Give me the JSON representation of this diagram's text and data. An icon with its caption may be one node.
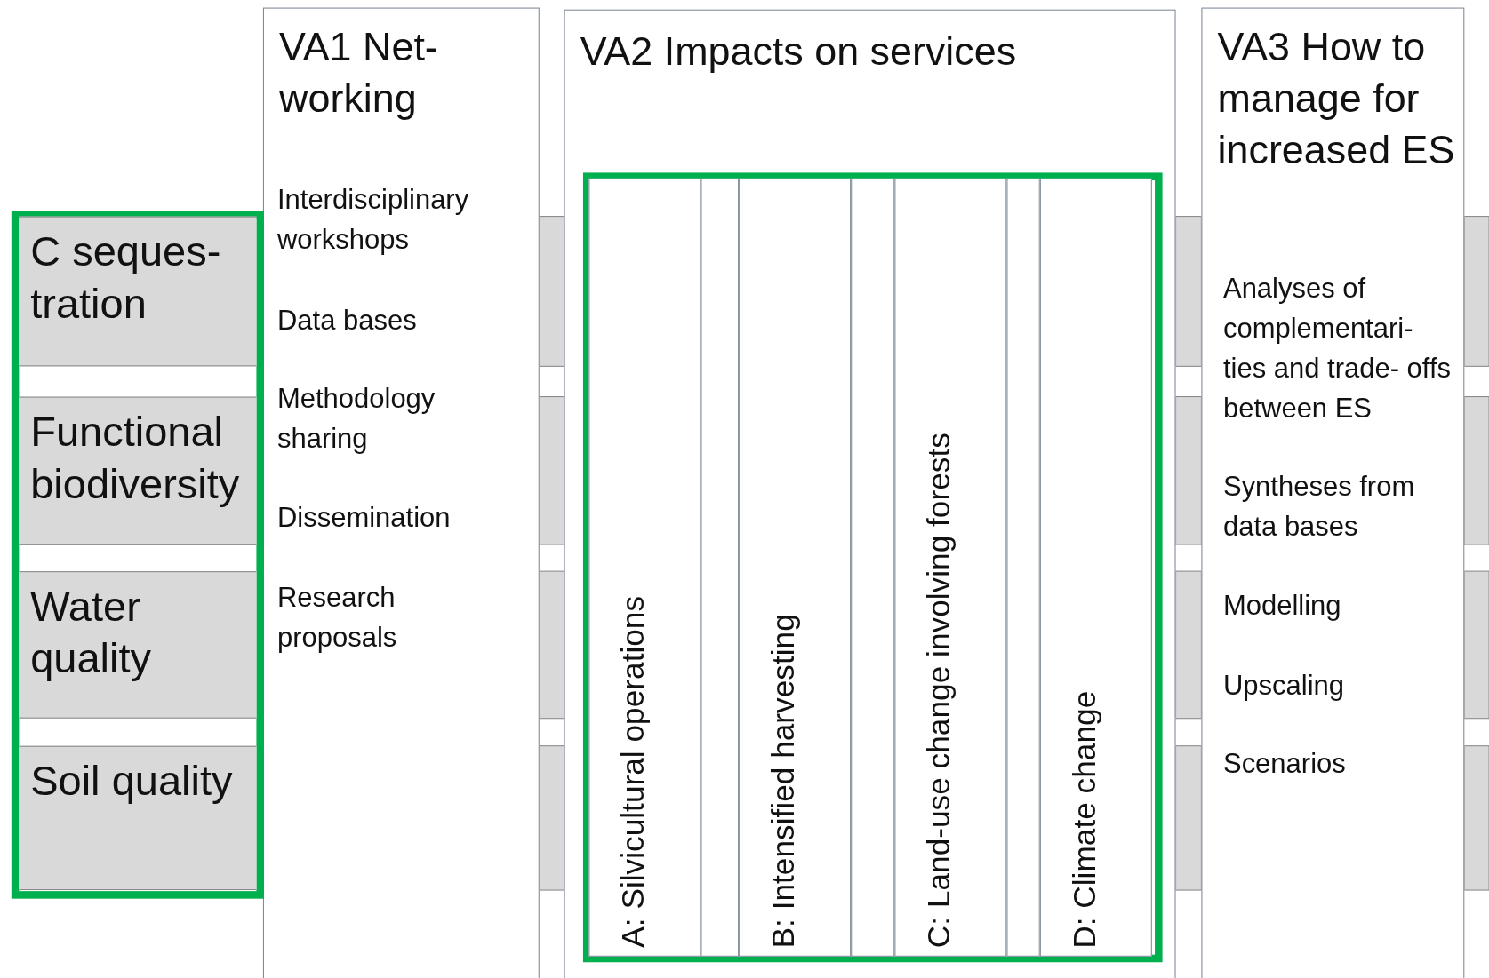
{
  "diagram": {
    "nodes": [
      {
        "text": [],
        "shape": "box"
      },
      {
        "text": [
          "C seques- tration"
        ],
        "in": 0
      },
      {
        "text": [
          "Functional biodiversity"
        ],
        "in": 0
      },
      {
        "text": [
          "Water quality"
        ],
        "in": 0
      },
      {
        "text": [
          "Soil quality"
        ],
        "in": 0
      },
      {
        "text": [
          "VA1 Net- working",
          "Interdisciplinary workshops",
          "Data bases",
          "Methodology sharing",
          "Dissemination",
          "Research proposals"
        ]
      },
      {
        "text": [
          "VA2 Impacts on services"
        ]
      },
      {
        "text": [],
        "shape": "box",
        "in": 6
      },
      {
        "text": [
          "A: Silvicultural operations"
        ],
        "in": 7
      },
      {
        "text": [],
        "shape": "box",
        "in": 7
      },
      {
        "text": [
          "B: Intensified harvesting"
        ],
        "in": 7
      },
      {
        "text": [],
        "shape": "box",
        "in": 7
      },
      {
        "text": [
          "C: Land-use change involving forests"
        ],
        "in": 7
      },
      {
        "text": [],
        "shape": "box",
        "in": 7
      },
      {
        "text": [
          "D: Climate change"
        ],
        "in": 7
      },
      {
        "text": [
          "VA3 How to manage for increased ES",
          "Analyses of complementari- ties and trade- offs between ES",
          "Syntheses from data bases",
          "Modelling",
          "Upscaling",
          "Scenarios"
        ]
      }
    ],
    "edges": []
  }
}
